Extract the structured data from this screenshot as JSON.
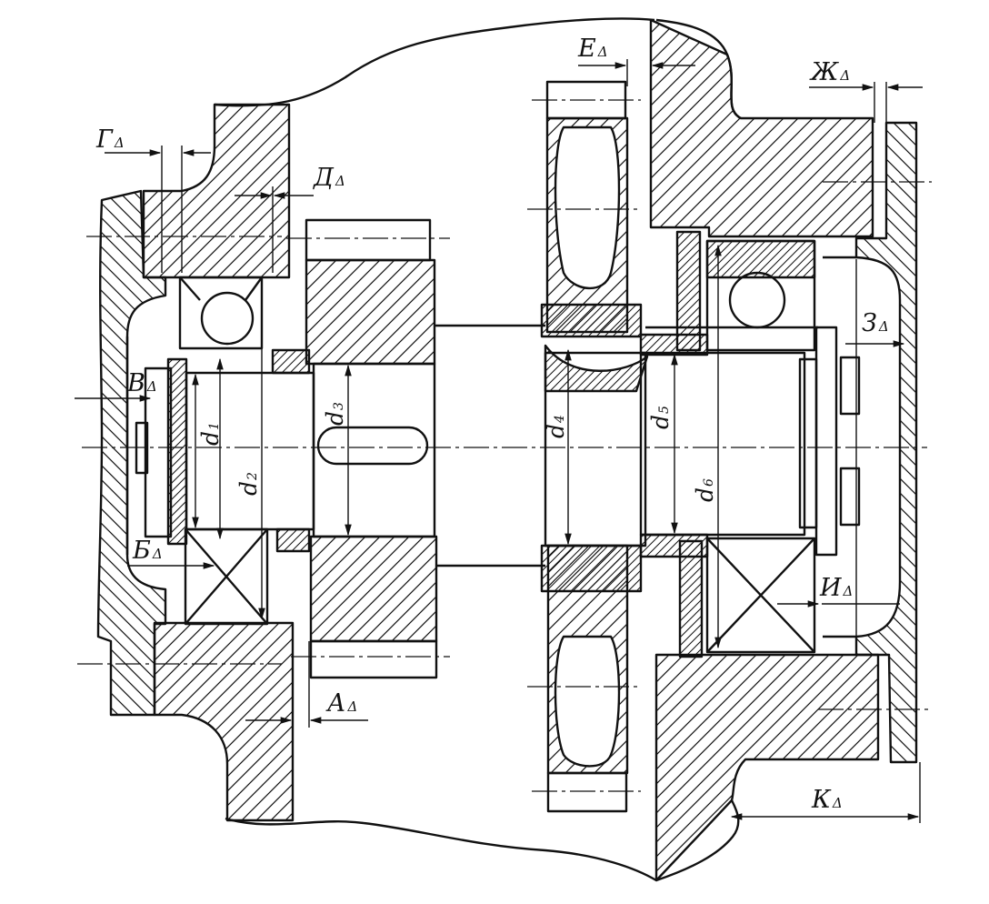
{
  "drawing": {
    "gaps": {
      "A": {
        "letter": "А",
        "sub": "Δ"
      },
      "B": {
        "letter": "Б",
        "sub": "Δ"
      },
      "V": {
        "letter": "В",
        "sub": "Δ"
      },
      "G": {
        "letter": "Г",
        "sub": "Δ"
      },
      "D": {
        "letter": "Д",
        "sub": "Δ"
      },
      "E": {
        "letter": "Е",
        "sub": "Δ"
      },
      "Zh": {
        "letter": "Ж",
        "sub": "Δ"
      },
      "Z": {
        "letter": "З",
        "sub": "Δ"
      },
      "I": {
        "letter": "И",
        "sub": "Δ"
      },
      "K": {
        "letter": "К",
        "sub": "Δ"
      }
    },
    "diameters": {
      "d1": {
        "letter": "d",
        "sub": "1"
      },
      "d2": {
        "letter": "d",
        "sub": "2"
      },
      "d3": {
        "letter": "d",
        "sub": "3"
      },
      "d4": {
        "letter": "d",
        "sub": "4"
      },
      "d5": {
        "letter": "d",
        "sub": "5"
      },
      "d6": {
        "letter": "d",
        "sub": "6"
      }
    },
    "colors": {
      "line": "#111111",
      "background": "#ffffff"
    }
  }
}
